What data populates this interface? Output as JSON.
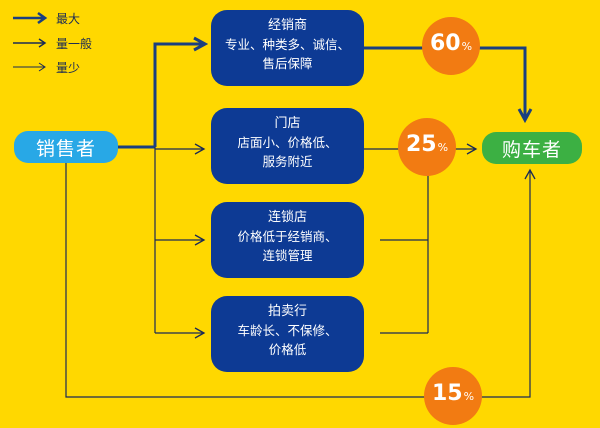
{
  "legend": [
    {
      "label": "最大",
      "weight": "max"
    },
    {
      "label": "量一般",
      "weight": "normal"
    },
    {
      "label": "量少",
      "weight": "small"
    }
  ],
  "seller": {
    "label": "销售者"
  },
  "buyer": {
    "label": "购车者"
  },
  "channels": [
    {
      "title": "经销商",
      "desc": [
        "专业、种类多、诚信、",
        "售后保障"
      ]
    },
    {
      "title": "门店",
      "desc": [
        "店面小、价格低、",
        "服务附近"
      ]
    },
    {
      "title": "连锁店",
      "desc": [
        "价格低于经销商、",
        "连锁管理"
      ]
    },
    {
      "title": "拍卖行",
      "desc": [
        "车龄长、不保修、",
        "价格低"
      ]
    }
  ],
  "shares": [
    {
      "value": "60",
      "unit": "%"
    },
    {
      "value": "25",
      "unit": "%"
    },
    {
      "value": "15",
      "unit": "%"
    }
  ],
  "colors": {
    "background": "#ffd800",
    "box": "#0d3a94",
    "seller": "#28a8e6",
    "buyer": "#3cb043",
    "share": "#f27b12",
    "line": "#1a2a55"
  }
}
